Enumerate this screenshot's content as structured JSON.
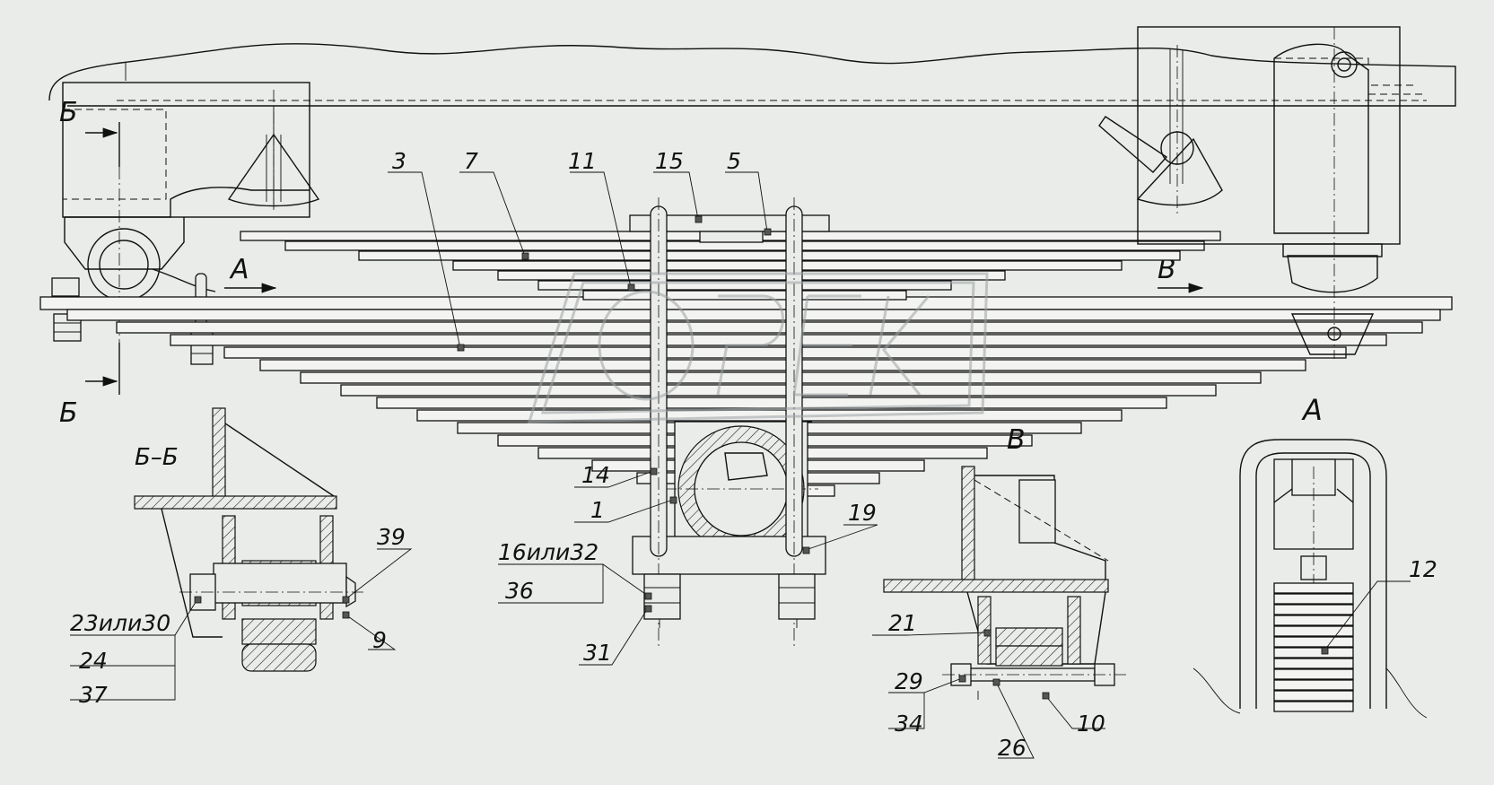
{
  "section_labels": {
    "cut_b_top": "Б",
    "cut_b_bottom": "Б",
    "view_a_arrow": "А",
    "view_v_arrow": "В",
    "section_bb_title": "Б–Б",
    "view_v_title": "В",
    "view_a_title": "А"
  },
  "callouts": {
    "c3": "3",
    "c7": "7",
    "c11": "11",
    "c15": "15",
    "c5": "5",
    "c14": "14",
    "c1": "1",
    "c19": "19",
    "c16_32": "16или32",
    "c36": "36",
    "c31": "31",
    "c39": "39",
    "c23_30": "23или30",
    "c24": "24",
    "c37": "37",
    "c9": "9",
    "c21": "21",
    "c29": "29",
    "c34": "34",
    "c26": "26",
    "c10": "10",
    "c12": "12"
  },
  "watermark": "ОРЕК"
}
